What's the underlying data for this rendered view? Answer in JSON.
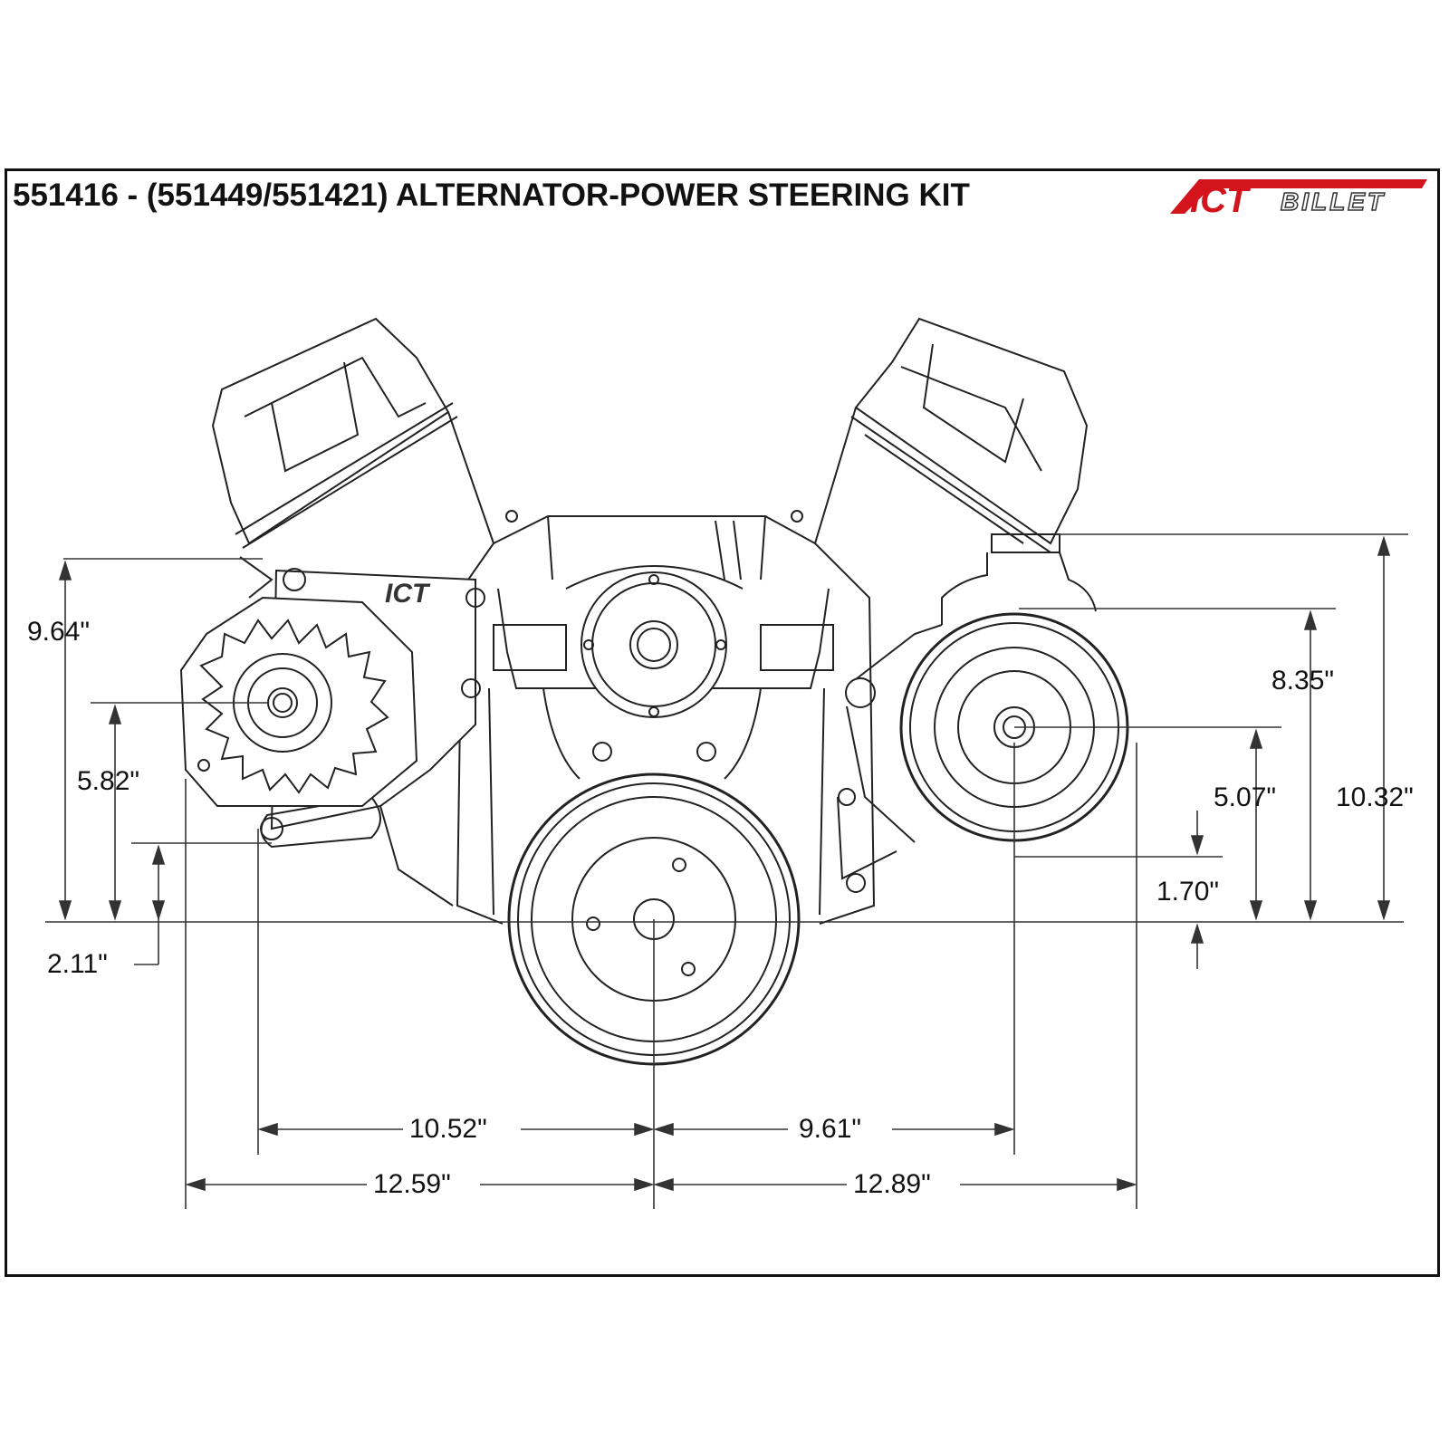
{
  "title": "551416 - (551449/551421) ALTERNATOR-POWER STEERING KIT",
  "logo": {
    "primary": "ICT",
    "secondary": "BILLET",
    "primary_color": "#d3141c",
    "secondary_color": "#333333"
  },
  "bracket_engraving": "ICT",
  "dimensions": {
    "alt_top_height": "9.64\"",
    "alt_center_height": "5.82\"",
    "alt_pivot_height": "2.11\"",
    "ps_pulley_top_height": "8.35\"",
    "ps_center_height": "5.07\"",
    "ps_pulley_bottom_height": "1.70\"",
    "ps_reservoir_height": "10.32\"",
    "alt_pivot_to_crank": "10.52\"",
    "crank_to_ps_center": "9.61\"",
    "alt_edge_to_crank": "12.59\"",
    "crank_to_ps_edge": "12.89\""
  }
}
